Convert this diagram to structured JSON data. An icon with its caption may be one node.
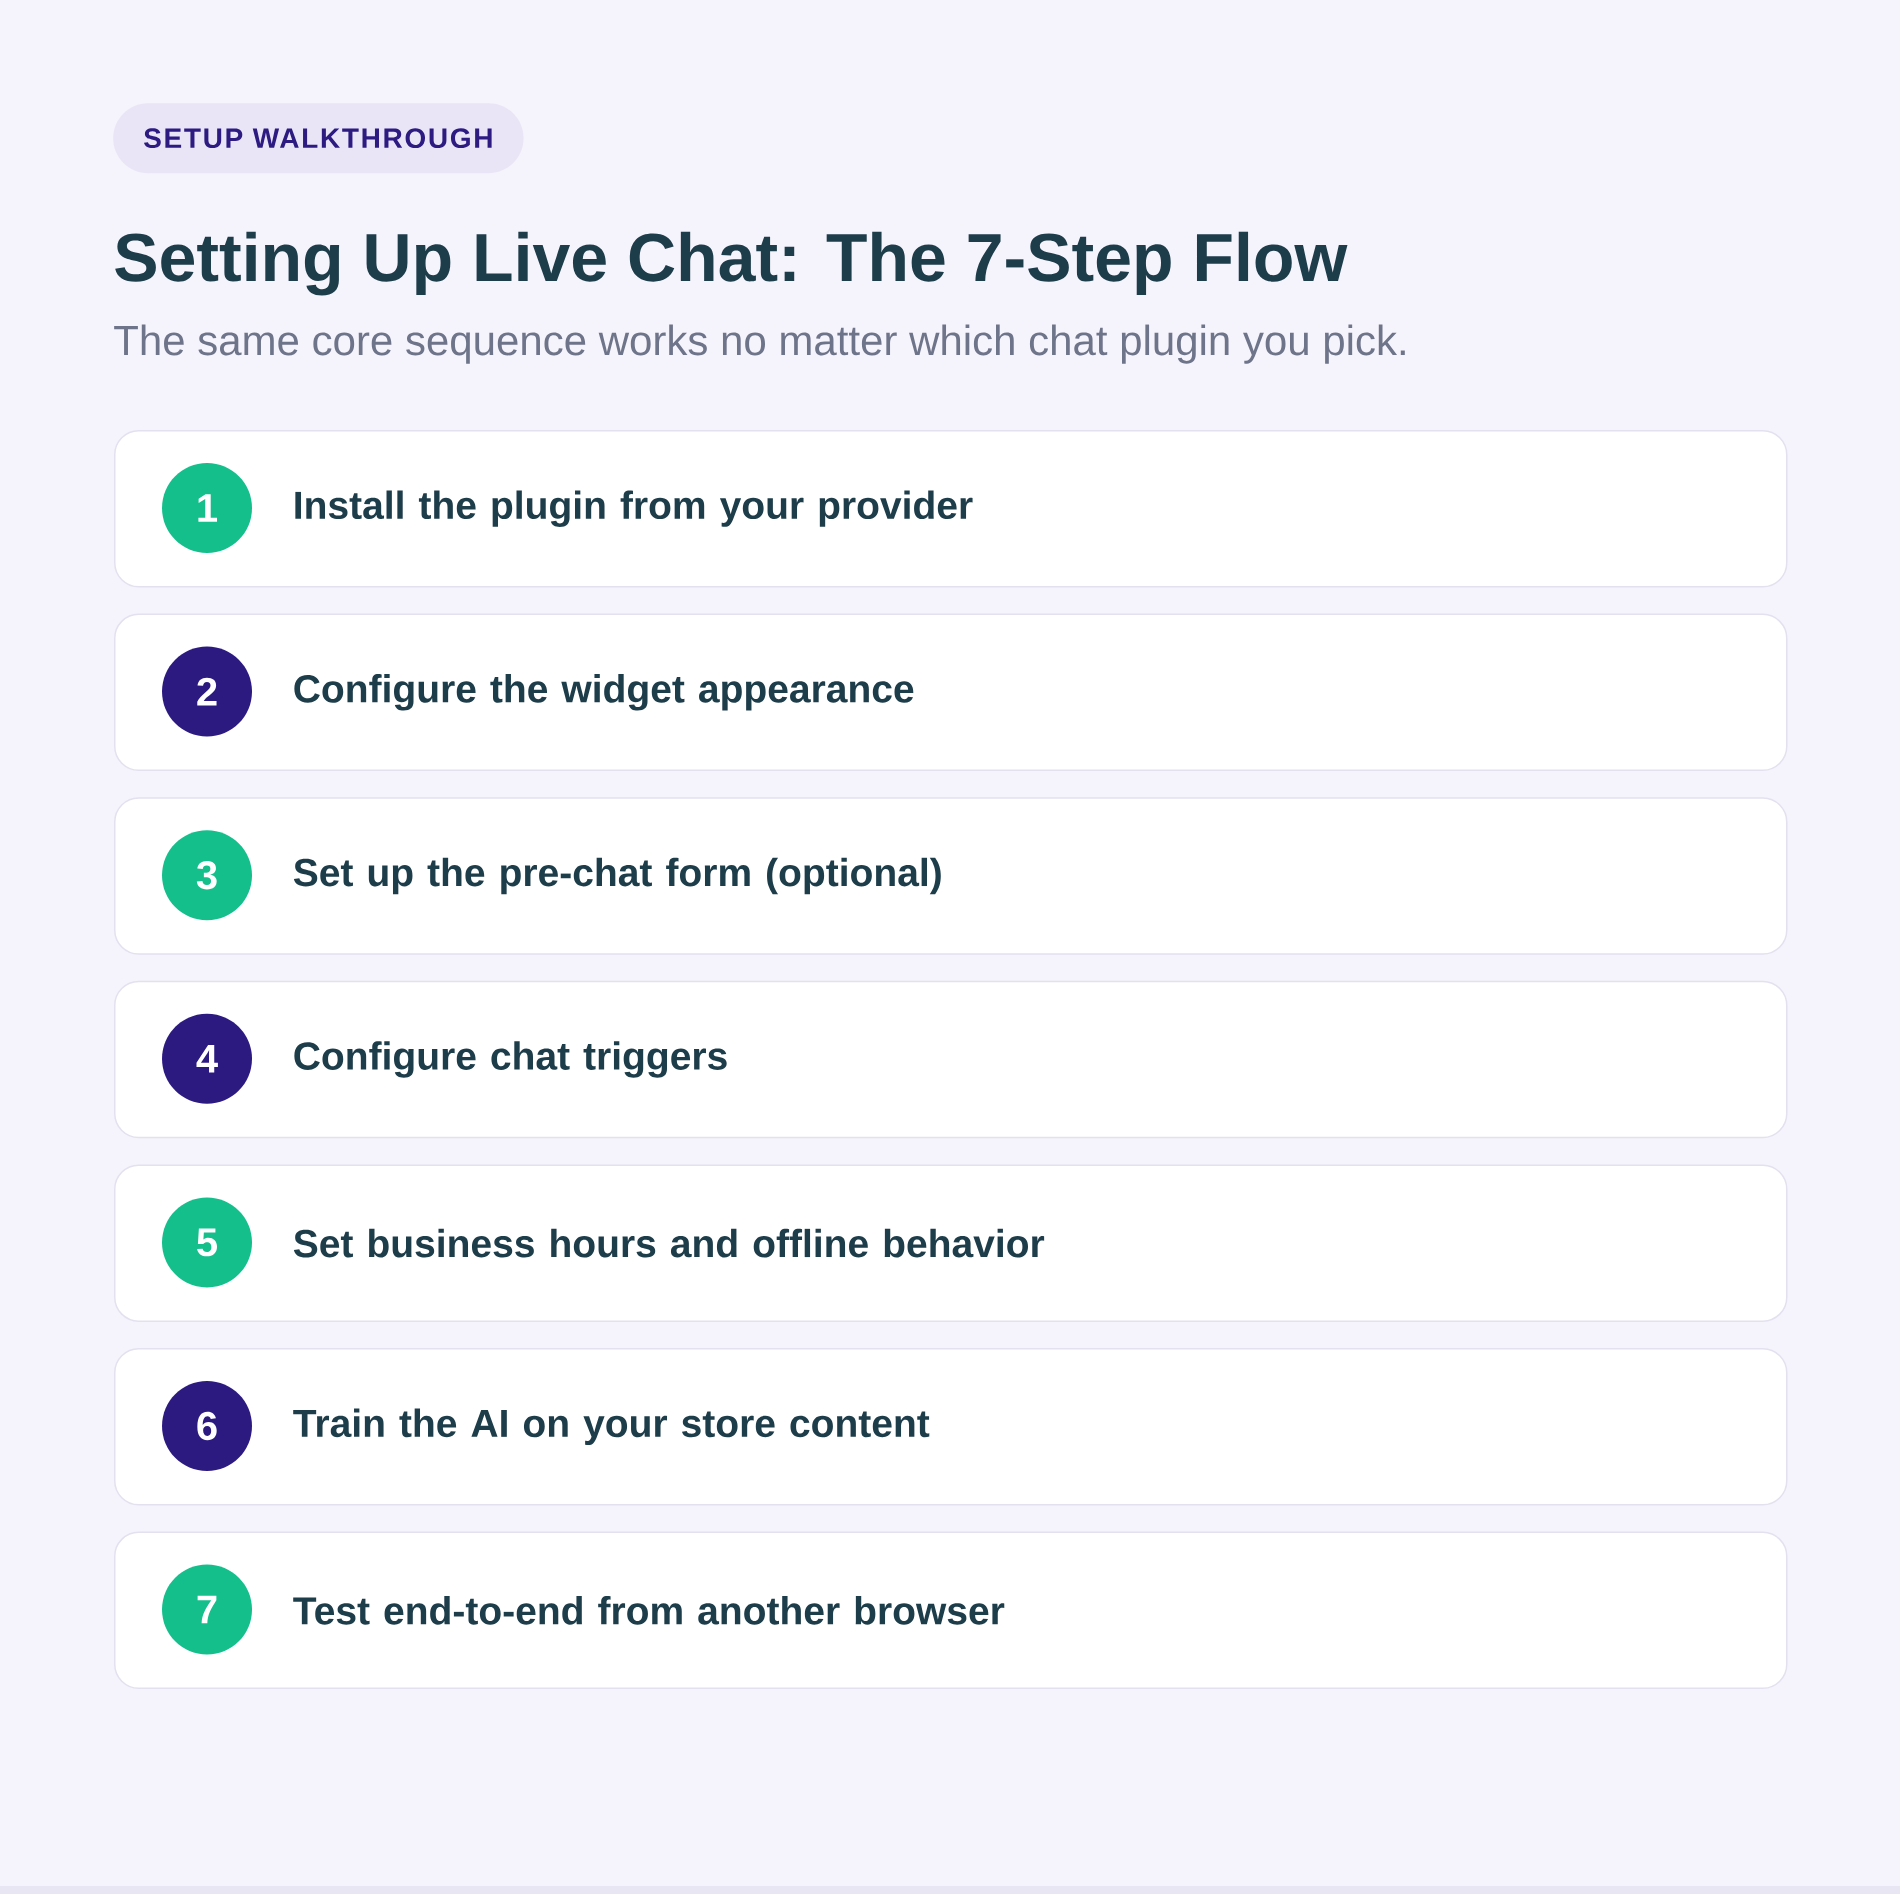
{
  "diagram": {
    "title": "Setting Up Live Chat: The 7-Step Flow",
    "nodes": [
      {
        "text": [
          "SETUP WALKTHROUGH"
        ]
      },
      {
        "text": [
          "Install the plugin from your provider"
        ]
      },
      {
        "text": [
          "1"
        ],
        "in": 1
      },
      {
        "text": [
          "Configure the widget appearance"
        ]
      },
      {
        "text": [
          "2"
        ],
        "in": 3
      },
      {
        "text": [
          "Set up the pre-chat form (optional)"
        ]
      },
      {
        "text": [
          "3"
        ],
        "in": 5
      },
      {
        "text": [
          "Configure chat triggers"
        ]
      },
      {
        "text": [
          "4"
        ],
        "in": 7
      },
      {
        "text": [
          "Set business hours and offline behavior"
        ]
      },
      {
        "text": [
          "5"
        ],
        "in": 9
      },
      {
        "text": [
          "Train the AI on your store content"
        ]
      },
      {
        "text": [
          "6"
        ],
        "in": 11
      },
      {
        "text": [
          "Test end-to-end from another browser"
        ]
      },
      {
        "text": [
          "7"
        ],
        "in": 13
      }
    ],
    "labels": [
      "The same core sequence works no matter which chat plugin you pick."
    ]
  }
}
